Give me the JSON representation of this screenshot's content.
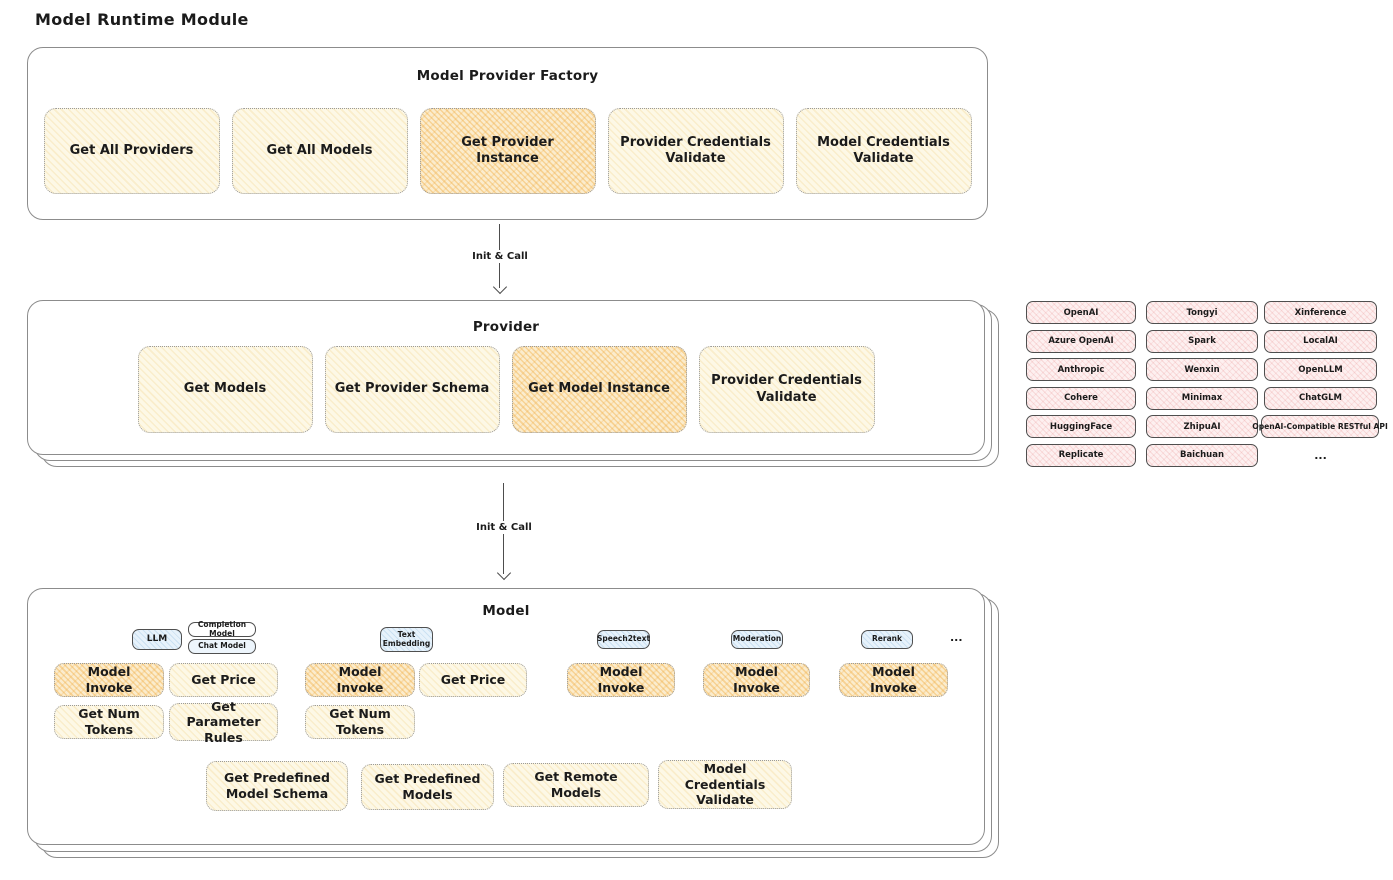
{
  "diagram_title": "Model Runtime Module",
  "arrow1_label": "Init & Call",
  "arrow2_label": "Init & Call",
  "factory": {
    "title": "Model Provider Factory",
    "buttons": [
      {
        "label": "Get All Providers",
        "highlight": false
      },
      {
        "label": "Get All Models",
        "highlight": false
      },
      {
        "label": "Get Provider Instance",
        "highlight": true
      },
      {
        "label": "Provider Credentials Validate",
        "highlight": false
      },
      {
        "label": "Model Credentials Validate",
        "highlight": false
      }
    ]
  },
  "provider": {
    "title": "Provider",
    "buttons": [
      {
        "label": "Get Models",
        "highlight": false
      },
      {
        "label": "Get Provider Schema",
        "highlight": false
      },
      {
        "label": "Get Model Instance",
        "highlight": true
      },
      {
        "label": "Provider Credentials Validate",
        "highlight": false
      }
    ]
  },
  "providers_grid": {
    "col1": [
      "OpenAI",
      "Azure OpenAI",
      "Anthropic",
      "Cohere",
      "HuggingFace",
      "Replicate"
    ],
    "col2": [
      "Tongyi",
      "Spark",
      "Wenxin",
      "Minimax",
      "ZhipuAI",
      "Baichuan"
    ],
    "col3": [
      "Xinference",
      "LocalAI",
      "OpenLLM",
      "ChatGLM",
      "OpenAI-Compatible RESTful API"
    ],
    "more": "..."
  },
  "model": {
    "title": "Model",
    "chips": {
      "llm": "LLM",
      "completion": "Completion Model",
      "chat": "Chat Model",
      "text_embedding": "Text Embedding",
      "speech2text": "Speech2text",
      "moderation": "Moderation",
      "rerank": "Rerank",
      "more": "..."
    },
    "buttons": {
      "model_invoke": "Model Invoke",
      "get_price": "Get Price",
      "get_num_tokens": "Get Num Tokens",
      "get_parameter_rules": "Get Parameter Rules",
      "get_predefined_model_schema": "Get Predefined Model Schema",
      "get_predefined_models": "Get Predefined Models",
      "get_remote_models": "Get Remote Models",
      "model_credentials_validate": "Model Credentials Validate"
    }
  },
  "colors": {
    "button_yellow": "#fdf8e6",
    "button_yellow_hatch": "#eec45e",
    "button_orange": "#fbeccd",
    "button_orange_hatch": "#f0aa3c",
    "provider_pink": "#fdf0f0",
    "provider_pink_hatch": "#e68282",
    "chip_blue": "#e7f2fb",
    "chip_blue_hatch": "#82b4dc",
    "box_border": "#8c8c8c",
    "text": "#1b1b1b"
  }
}
